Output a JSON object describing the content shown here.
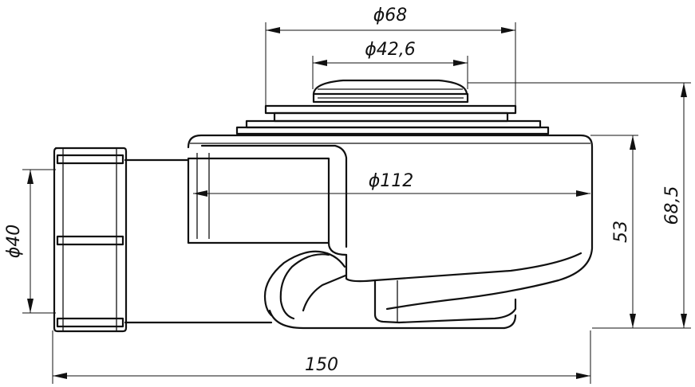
{
  "dimensions": {
    "flange_diameter": "ϕ68",
    "cap_diameter": "ϕ42,6",
    "body_diameter": "ϕ112",
    "outlet_diameter": "ϕ40",
    "body_height": "53",
    "total_height": "68,5",
    "total_length": "150"
  }
}
